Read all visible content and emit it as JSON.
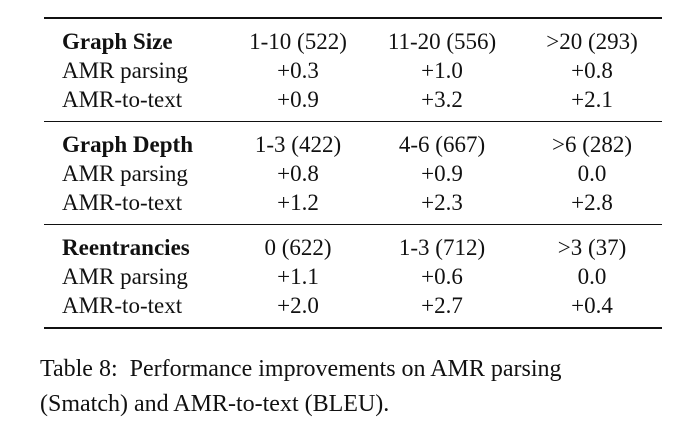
{
  "table": {
    "groups": [
      {
        "header": {
          "label": "Graph Size",
          "c1": "1-10 (522)",
          "c2": "11-20 (556)",
          "c3": ">20 (293)"
        },
        "rows": [
          {
            "label": "AMR parsing",
            "c1": "+0.3",
            "c2": "+1.0",
            "c3": "+0.8"
          },
          {
            "label": "AMR-to-text",
            "c1": "+0.9",
            "c2": "+3.2",
            "c3": "+2.1"
          }
        ]
      },
      {
        "header": {
          "label": "Graph Depth",
          "c1": "1-3 (422)",
          "c2": "4-6 (667)",
          "c3": ">6 (282)"
        },
        "rows": [
          {
            "label": "AMR parsing",
            "c1": "+0.8",
            "c2": "+0.9",
            "c3": "0.0"
          },
          {
            "label": "AMR-to-text",
            "c1": "+1.2",
            "c2": "+2.3",
            "c3": "+2.8"
          }
        ]
      },
      {
        "header": {
          "label": "Reentrancies",
          "c1": "0 (622)",
          "c2": "1-3 (712)",
          "c3": ">3 (37)"
        },
        "rows": [
          {
            "label": "AMR parsing",
            "c1": "+1.1",
            "c2": "+0.6",
            "c3": "0.0"
          },
          {
            "label": "AMR-to-text",
            "c1": "+2.0",
            "c2": "+2.7",
            "c3": "+0.4"
          }
        ]
      }
    ]
  },
  "caption": {
    "line1": "Table 8:  Performance improvements on AMR parsing",
    "line2": "(Smatch) and AMR-to-text (BLEU)."
  }
}
